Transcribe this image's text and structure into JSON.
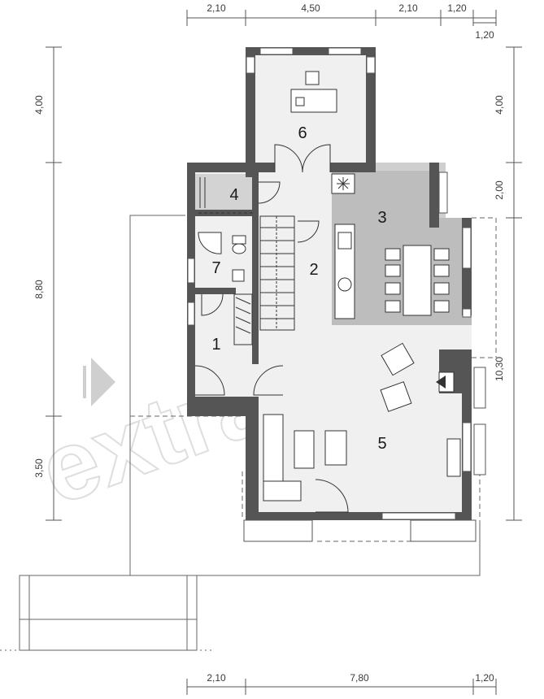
{
  "dimensions": {
    "top": [
      "2,10",
      "4,50",
      "2,10",
      "1,20"
    ],
    "top_sub": "1,20",
    "bottom": [
      "2,10",
      "7,80",
      "1,20"
    ],
    "left": [
      "4,00",
      "8,80",
      "3,50"
    ],
    "right": [
      "4,00",
      "2,00",
      "10,30"
    ]
  },
  "rooms": [
    "1",
    "2",
    "3",
    "4",
    "5",
    "6",
    "7"
  ],
  "watermark": "extradom"
}
